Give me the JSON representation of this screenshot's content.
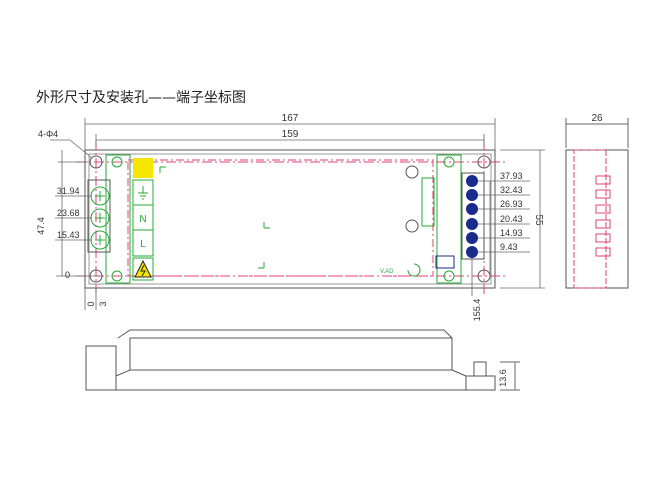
{
  "title": "外形尺寸及安装孔——端子坐标图",
  "dims": {
    "overall_length": "167",
    "hole_spacing": "159",
    "hole_note": "4-Φ4",
    "height": "55",
    "left_height": "47.4",
    "right_len": "155.4",
    "origin_y": "0",
    "origin_x": "0",
    "offset_x": "3",
    "side_width": "26",
    "side_height": "13.6"
  },
  "left_terminal_coords": [
    "31.94",
    "23.68",
    "15.43"
  ],
  "right_terminal_coords": [
    "37.93",
    "32.43",
    "26.93",
    "20.43",
    "14.93",
    "9.43"
  ],
  "terminal_labels": {
    "neutral": "N",
    "line": "L"
  },
  "board_mark": "V.AD",
  "colors": {
    "outline": "#555555",
    "magenta": "#e0407a",
    "green": "#27a834",
    "yellow": "#f5e600",
    "blue_terminal": "#1a2b8a",
    "dim_line": "#666666"
  }
}
